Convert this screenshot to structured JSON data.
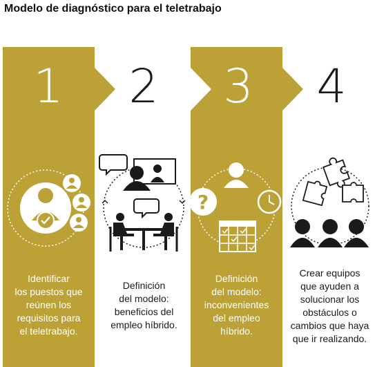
{
  "title": "Modelo de diagnóstico para el teletrabajo",
  "colors": {
    "gold": "#bca136",
    "dark": "#1a1a1a",
    "white": "#ffffff"
  },
  "steps": [
    {
      "number": "1",
      "lines": [
        "Identificar",
        "los puestos que",
        "reúnen los",
        "requisitos para",
        "el teletrabajo."
      ],
      "icon": "people-check-icon"
    },
    {
      "number": "2",
      "lines": [
        "Definición",
        "del modelo:",
        "beneficios del",
        "empleo híbrido."
      ],
      "icon": "meeting-video-call-icon"
    },
    {
      "number": "3",
      "lines": [
        "Definición",
        "del modelo:",
        "inconvenientes",
        "del empleo",
        "híbrido."
      ],
      "icon": "person-calendar-clock-question-icon"
    },
    {
      "number": "4",
      "lines": [
        "Crear equipos",
        "que ayuden a",
        "solucionar los",
        "obstáculos o",
        "cambios que haya",
        "que ir realizando."
      ],
      "icon": "team-puzzle-icon"
    }
  ]
}
